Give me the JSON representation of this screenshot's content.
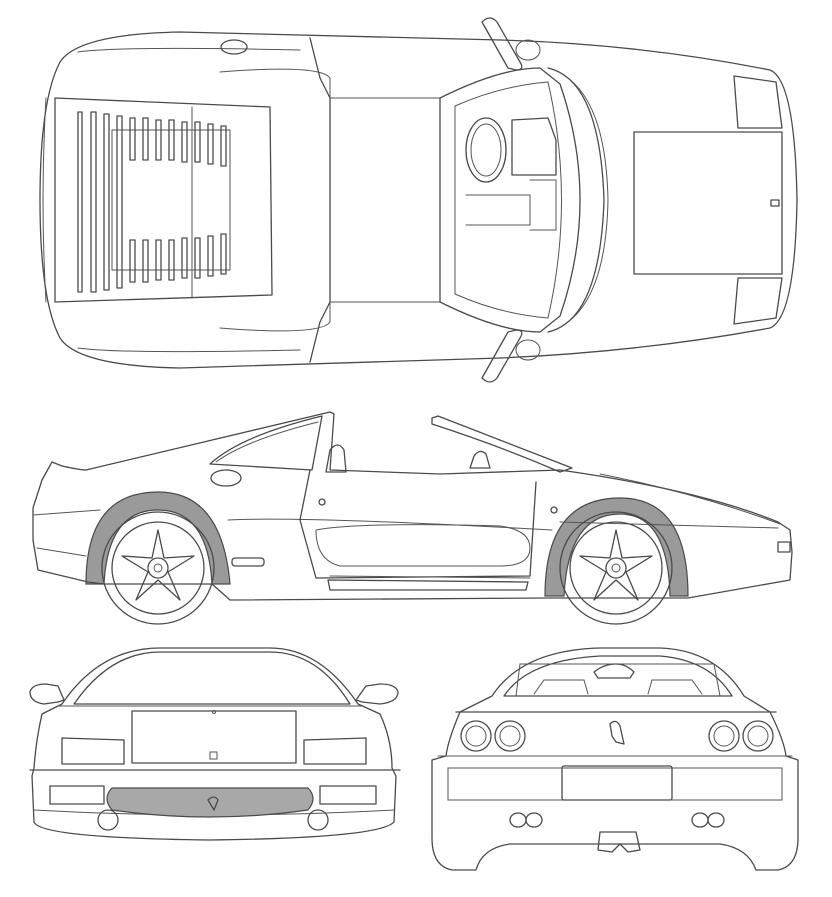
{
  "drawing": {
    "views": [
      "top-view",
      "side-view",
      "front-view",
      "rear-view"
    ],
    "line_color": "#4a4a4a",
    "fill_color": "#9a9a9a",
    "background": "#ffffff"
  }
}
